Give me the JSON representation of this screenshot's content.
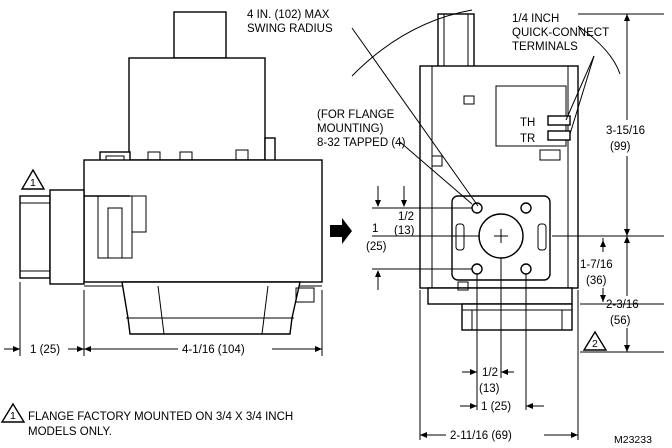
{
  "labels": {
    "swing_radius_1": "4 IN. (102) MAX",
    "swing_radius_2": "SWING RADIUS",
    "terminals_1": "1/4 INCH",
    "terminals_2": "QUICK-CONNECT",
    "terminals_3": "TERMINALS",
    "terminal_th": "TH",
    "terminal_tr": "TR",
    "flange_1": "(FOR FLANGE",
    "flange_2": "MOUNTING)",
    "flange_3": "8-32 TAPPED (4)",
    "note_marker": "1",
    "note2_marker": "2",
    "footnote_1": "FLANGE FACTORY MOUNTED ON 3/4 X 3/4 INCH",
    "footnote_2": "MODELS ONLY.",
    "figure_id": "M23233"
  },
  "dimensions": {
    "height_total": "3-15/16",
    "height_total_mm": "(99)",
    "depth_lower": "2-3/16",
    "depth_lower_mm": "(56)",
    "center_offset": "1-7/16",
    "center_offset_mm": "(36)",
    "hole_vertical": "1",
    "hole_vertical_mm": "(25)",
    "hole_half": "1/2",
    "hole_half_mm": "(13)",
    "bottom_half": "1/2",
    "bottom_half_mm": "(13)",
    "bottom_one": "1 (25)",
    "width_front": "2-11/16 (69)",
    "flange_width": "1 (25)",
    "body_width": "4-1/16 (104)"
  }
}
